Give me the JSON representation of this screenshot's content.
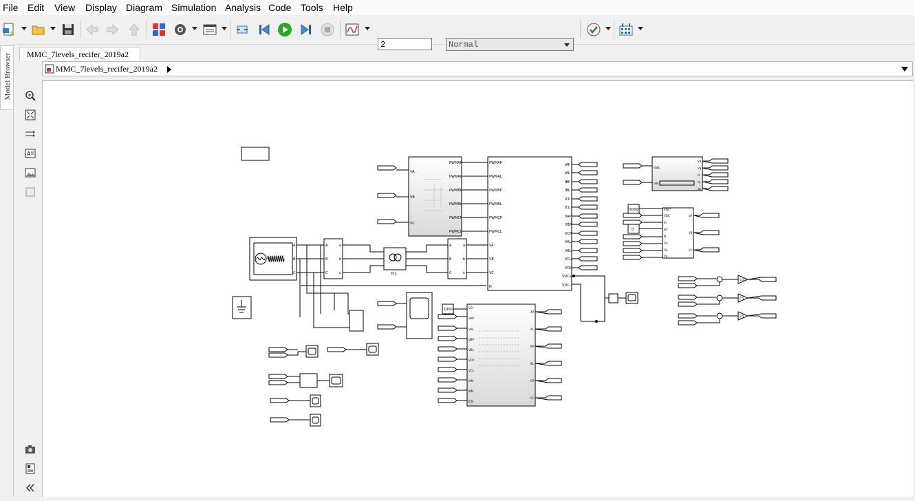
{
  "menu": [
    "File",
    "Edit",
    "View",
    "Display",
    "Diagram",
    "Simulation",
    "Analysis",
    "Code",
    "Tools",
    "Help"
  ],
  "toolbar": {
    "stop_time": "2",
    "sim_mode": "Normal"
  },
  "model_browser_label": "Model Browser",
  "model_tab": "MMC_7levels_recifer_2019a2",
  "breadcrumb": "MMC_7levels_recifer_2019a2",
  "diagram": {
    "pwm_ports": [
      "PWMAP",
      "PWMAL",
      "PWMBP",
      "PWMBL",
      "PWMCP",
      "PWMCL"
    ],
    "sub_in_ports": [
      "VA",
      "VB",
      "VC"
    ],
    "mmc_out_ports": [
      "IAP",
      "IAL",
      "IBP",
      "IBL",
      "ICP",
      "ICL",
      "VAP",
      "VBP",
      "VCP",
      "VAL",
      "VBL",
      "VCL",
      "VDC",
      "VDC+",
      "VDC-"
    ],
    "mmc_left_ports": [
      "VA",
      "VB",
      "VC",
      "N"
    ],
    "transformer_label": "Tr1",
    "abc_ports": [
      "A",
      "B",
      "C"
    ],
    "abc_lower": [
      "a",
      "b",
      "c"
    ],
    "const_1": "6000",
    "const_2": "0",
    "const_3": "1000",
    "ctrl_in": [
      "VDC*",
      "VDC",
      "Id",
      "Iq*",
      "N",
      "Vd",
      "Vq",
      "Vp"
    ],
    "ctrl_out": [
      "VA",
      "VB",
      "VC"
    ],
    "bal_in": [
      "VC*",
      "VAP",
      "VAL",
      "VBP",
      "VBL",
      "VCP",
      "VCL",
      "IAN",
      "IBN",
      "ICN"
    ],
    "bal_out": [
      "AP",
      "AL",
      "BP",
      "BL",
      "CP",
      "CL"
    ],
    "gain_label": "0.5",
    "top_right_in": [
      "Vabc",
      "Iabc"
    ],
    "top_right_out": [
      "Vd",
      "Vq",
      "Id",
      "Iq",
      "wt"
    ]
  }
}
